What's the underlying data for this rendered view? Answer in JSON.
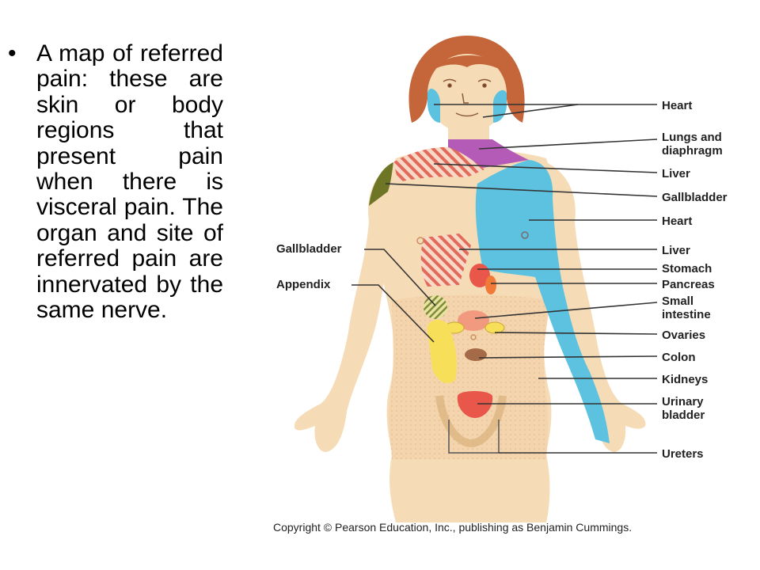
{
  "slide": {
    "bullet": "•",
    "text": "A map of referred pain: these are skin or body regions that present pain when there is visceral pain. The organ and site of referred pain are innervated by the same nerve."
  },
  "diagram": {
    "labels_right": {
      "heart_face": "Heart",
      "lungs_1": "Lungs and",
      "lungs_2": "diaphragm",
      "liver_shoulder": "Liver",
      "gallbladder_shoulder": "Gallbladder",
      "heart_arm": "Heart",
      "liver_chest": "Liver",
      "stomach": "Stomach",
      "pancreas": "Pancreas",
      "small_1": "Small",
      "small_2": "intestine",
      "ovaries": "Ovaries",
      "colon": "Colon",
      "kidneys": "Kidneys",
      "bladder_1": "Urinary",
      "bladder_2": "bladder",
      "ureters": "Ureters"
    },
    "labels_left": {
      "gallbladder": "Gallbladder",
      "appendix": "Appendix"
    },
    "copyright": "Copyright © Pearson Education, Inc., publishing as Benjamin Cummings."
  },
  "colors": {
    "skin": "#f6dcb6",
    "hair": "#c5653a",
    "blue": "#5cc2e0",
    "purple": "#b45bb7",
    "olive": "#6e7626",
    "red": "#e8574a",
    "yellow": "#f7df5a",
    "brown": "#a56a47"
  }
}
